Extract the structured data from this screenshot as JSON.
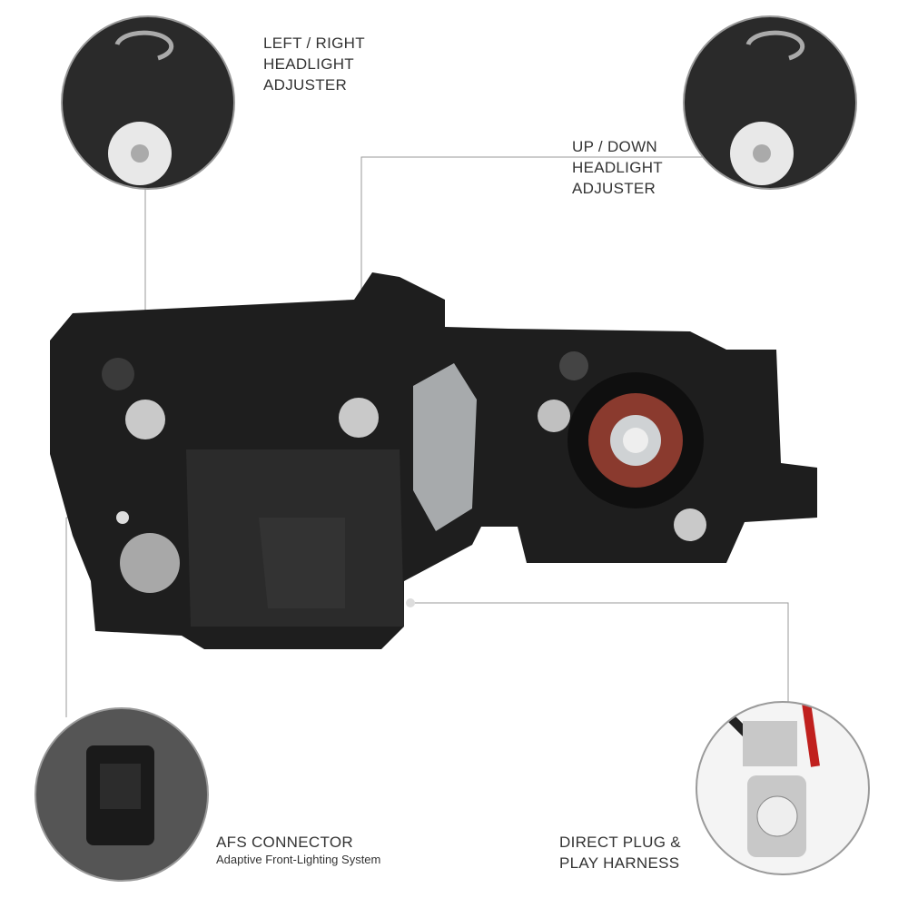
{
  "callouts": {
    "left_right_adjuster": [
      "LEFT / RIGHT",
      "HEADLIGHT",
      "ADJUSTER"
    ],
    "up_down_adjuster": [
      "UP / DOWN",
      "HEADLIGHT",
      "ADJUSTER"
    ],
    "afs_connector": {
      "title": "AFS CONNECTOR",
      "subtitle": "Adaptive Front-Lighting System"
    },
    "harness": [
      "DIRECT PLUG &",
      "PLAY HARNESS"
    ]
  },
  "colors": {
    "housing": "#1e1e1e",
    "leader_line": "#9a9a9a",
    "text": "#333333",
    "bulb_ring": "#8a3a2e"
  }
}
